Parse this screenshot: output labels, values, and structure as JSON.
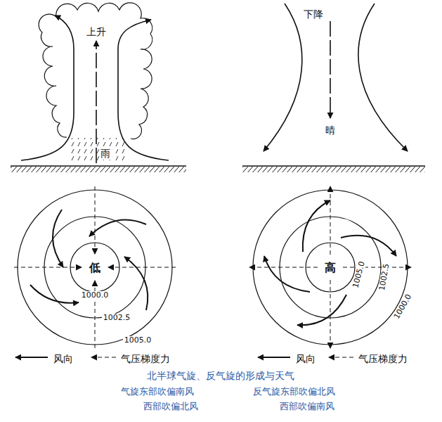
{
  "diagram": {
    "caption": "北半球气旋、反气旋的形成与天气",
    "labels": [
      "上升",
      "雨",
      "下降",
      "晴",
      "低",
      "1000.0",
      "1002.5",
      "1005.0",
      "高",
      "1005.0",
      "1002.5",
      "1000.0",
      "气旋东部吹偏南风",
      "反气旋东部吹偏北风",
      "西部吹偏北风",
      "西部吹偏南风"
    ],
    "legend": [
      {
        "text": "风向"
      },
      {
        "text": "气压梯度力"
      },
      {
        "text": "风向"
      },
      {
        "text": "气压梯度力"
      }
    ]
  }
}
